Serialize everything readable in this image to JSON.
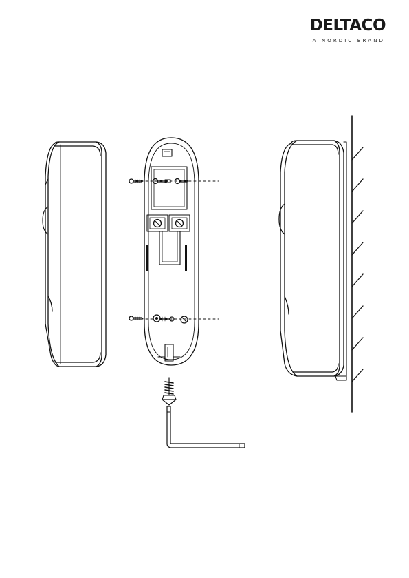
{
  "logo": {
    "brand": "DELTACO",
    "tagline": "A NORDIC BRAND"
  },
  "illustration": {
    "parts": [
      "doorbell-side-view",
      "mounting-bracket",
      "wall-mounted-doorbell",
      "screw",
      "hex-key"
    ],
    "line_color": "#111111"
  }
}
